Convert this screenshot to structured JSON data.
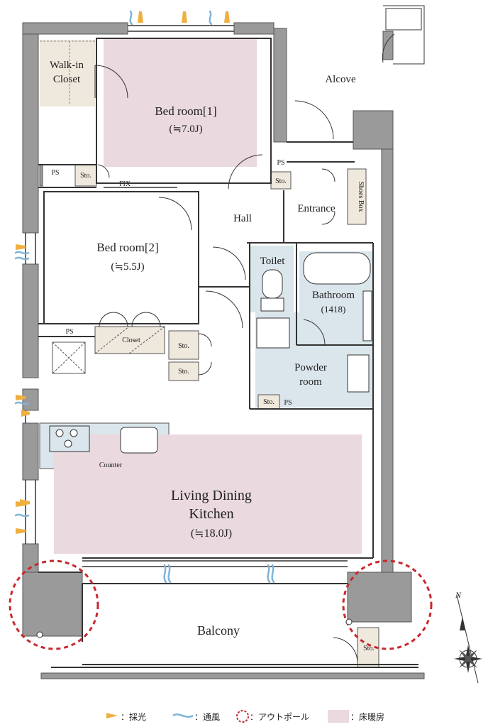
{
  "rooms": {
    "bedroom1": {
      "name": "Bed room[1]",
      "size": "(≒7.0J)"
    },
    "bedroom2": {
      "name": "Bed room[2]",
      "size": "(≒5.5J)"
    },
    "walkin": {
      "line1": "Walk-in",
      "line2": "Closet"
    },
    "alcove": "Alcove",
    "hall": "Hall",
    "entrance": "Entrance",
    "shoes_box": "Shoes Box",
    "toilet": "Toilet",
    "bathroom": {
      "name": "Bathroom",
      "size": "(1418)"
    },
    "powder": {
      "line1": "Powder",
      "line2": "room"
    },
    "ldk": {
      "line1": "Living Dining",
      "line2": "Kitchen",
      "size": "(≒18.0J)"
    },
    "balcony": "Balcony",
    "closet": "Closet",
    "counter": "Counter"
  },
  "small_labels": {
    "ps": "PS",
    "sto": "Sto.",
    "fix": "FIX"
  },
  "legend": {
    "daylight": "：採光",
    "ventilation": "：通風",
    "outpole": "：アウトポール",
    "floor_heating": "：床暖房"
  },
  "compass": {
    "north": "N"
  },
  "colors": {
    "wall": "#9a9a9a",
    "floor_heating": "#ead9de",
    "wet_area": "#dbe6ec",
    "storage": "#efe8dc",
    "daylight": "#f0b040",
    "ventilation": "#7fb4d8",
    "outpole": "#c8282d"
  }
}
